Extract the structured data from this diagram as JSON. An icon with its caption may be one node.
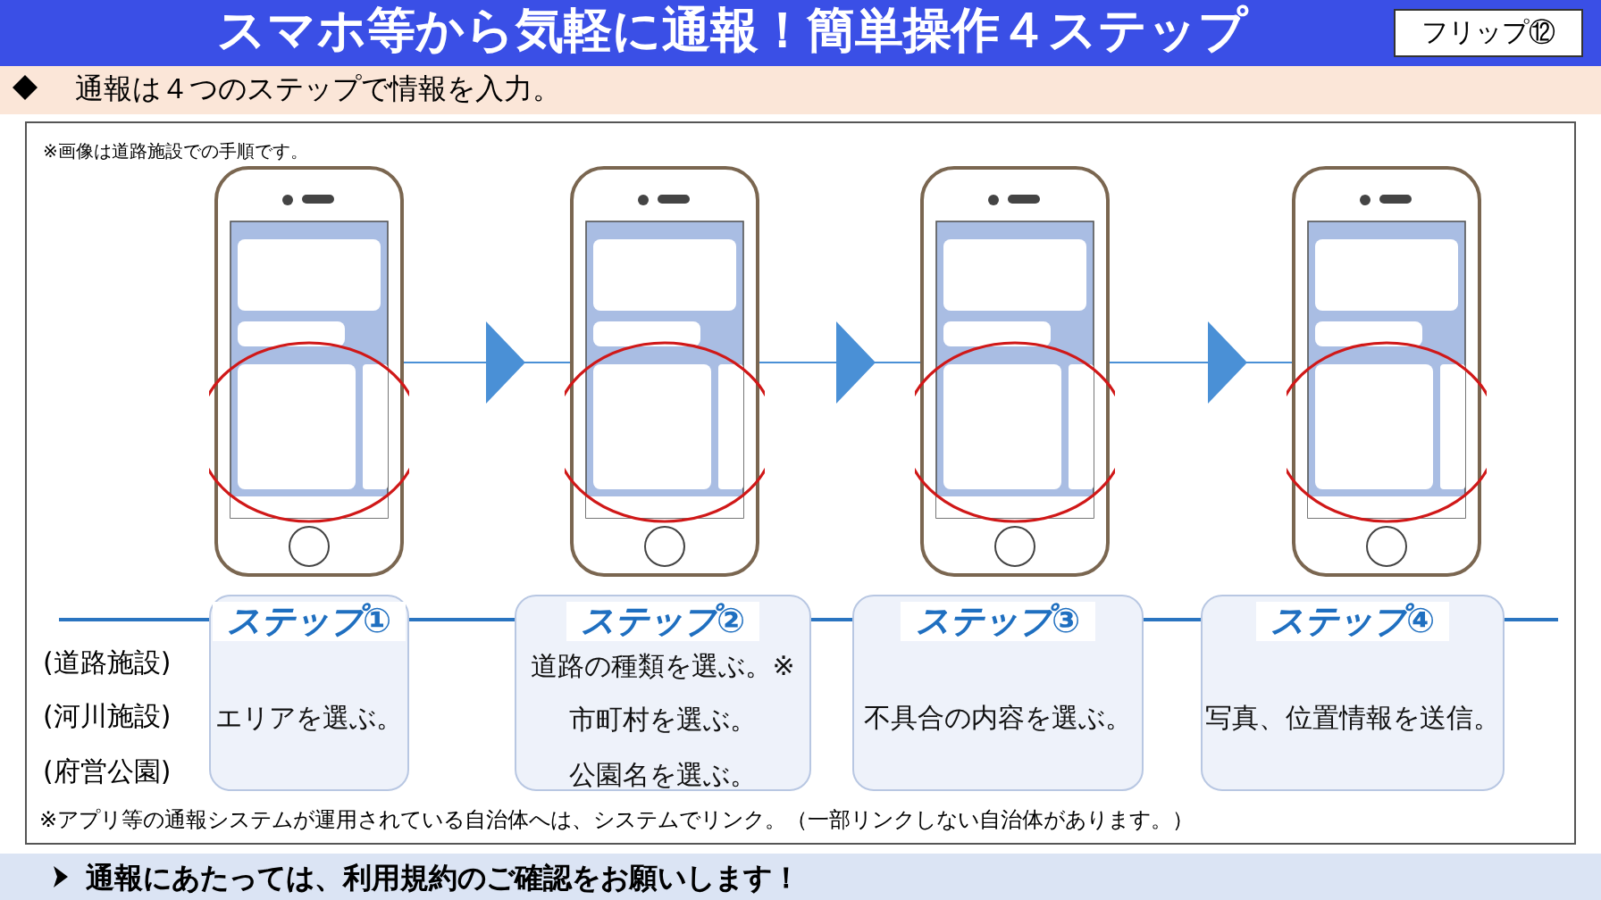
{
  "diagram": {
    "title": "スマホ等から気軽に通報！簡単操作４ステップ",
    "nodes": [
      {
        "text": [],
        "shape": "picture"
      },
      {
        "text": [],
        "shape": "picture"
      },
      {
        "text": [],
        "shape": "picture"
      },
      {
        "text": [],
        "shape": "picture"
      },
      {
        "text": [
          "ステップ①",
          "エリアを選ぶ。"
        ]
      },
      {
        "text": [
          "ステップ②",
          "道路の種類を選ぶ。※",
          "市町村を選ぶ。",
          "公園名を選ぶ。"
        ]
      },
      {
        "text": [
          "ステップ③",
          "不具合の内容を選ぶ。"
        ]
      },
      {
        "text": [
          "ステップ④",
          "写真、位置情報を送信。"
        ]
      }
    ],
    "edges": [
      {
        "from": 0,
        "to": 1,
        "arrow": "to"
      },
      {
        "from": 1,
        "to": 2,
        "arrow": "to"
      },
      {
        "from": 2,
        "to": 3,
        "arrow": "to"
      }
    ],
    "labels": [
      "フリップ⑫",
      "通報は４つのステップで情報を入力。",
      "※画像は道路施設での手順です。",
      "(道路施設)",
      "(河川施設)",
      "(府営公園)",
      "※アプリ等の通報システムが運用されている自治体へは、システムでリンク。（一部リンクしない自治体があります。）",
      "通報にあたっては、利用規約のご確認をお願いします！"
    ]
  }
}
